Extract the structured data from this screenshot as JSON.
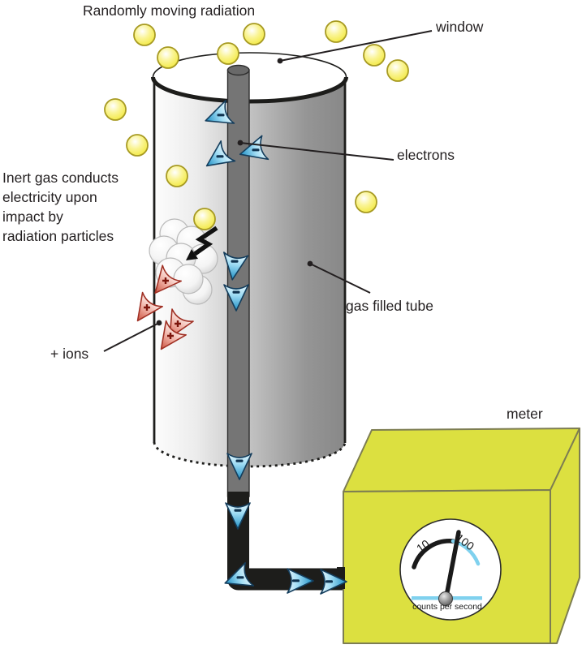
{
  "title": "Randomly moving radiation",
  "labels": {
    "window": "window",
    "electrons": "electrons",
    "gas_tube": "gas filled tube",
    "ions": "+ ions",
    "meter": "meter",
    "note_lines": [
      "Inert gas conducts",
      "electricity upon",
      "impact by",
      "radiation particles"
    ]
  },
  "meter_dial": {
    "tick_low": "10",
    "tick_high": "100",
    "unit": "counts per second",
    "needle_angle_deg": 11
  },
  "counts": {
    "radiation_particles": 12,
    "electrons": 10,
    "positive_ions": 4,
    "gas_atoms": 8
  },
  "colors": {
    "radiation_particle": "#f4ec4e",
    "radiation_particle_edge": "#a79a23",
    "electron": "#2f9fd6",
    "ion": "#cf5f4c",
    "meter_box": "#dce040",
    "meter_box_edge": "#7d7d52",
    "wire": "#1d1d1b",
    "dial_accent_blue": "#7fd1ee",
    "text": "#231f20"
  }
}
